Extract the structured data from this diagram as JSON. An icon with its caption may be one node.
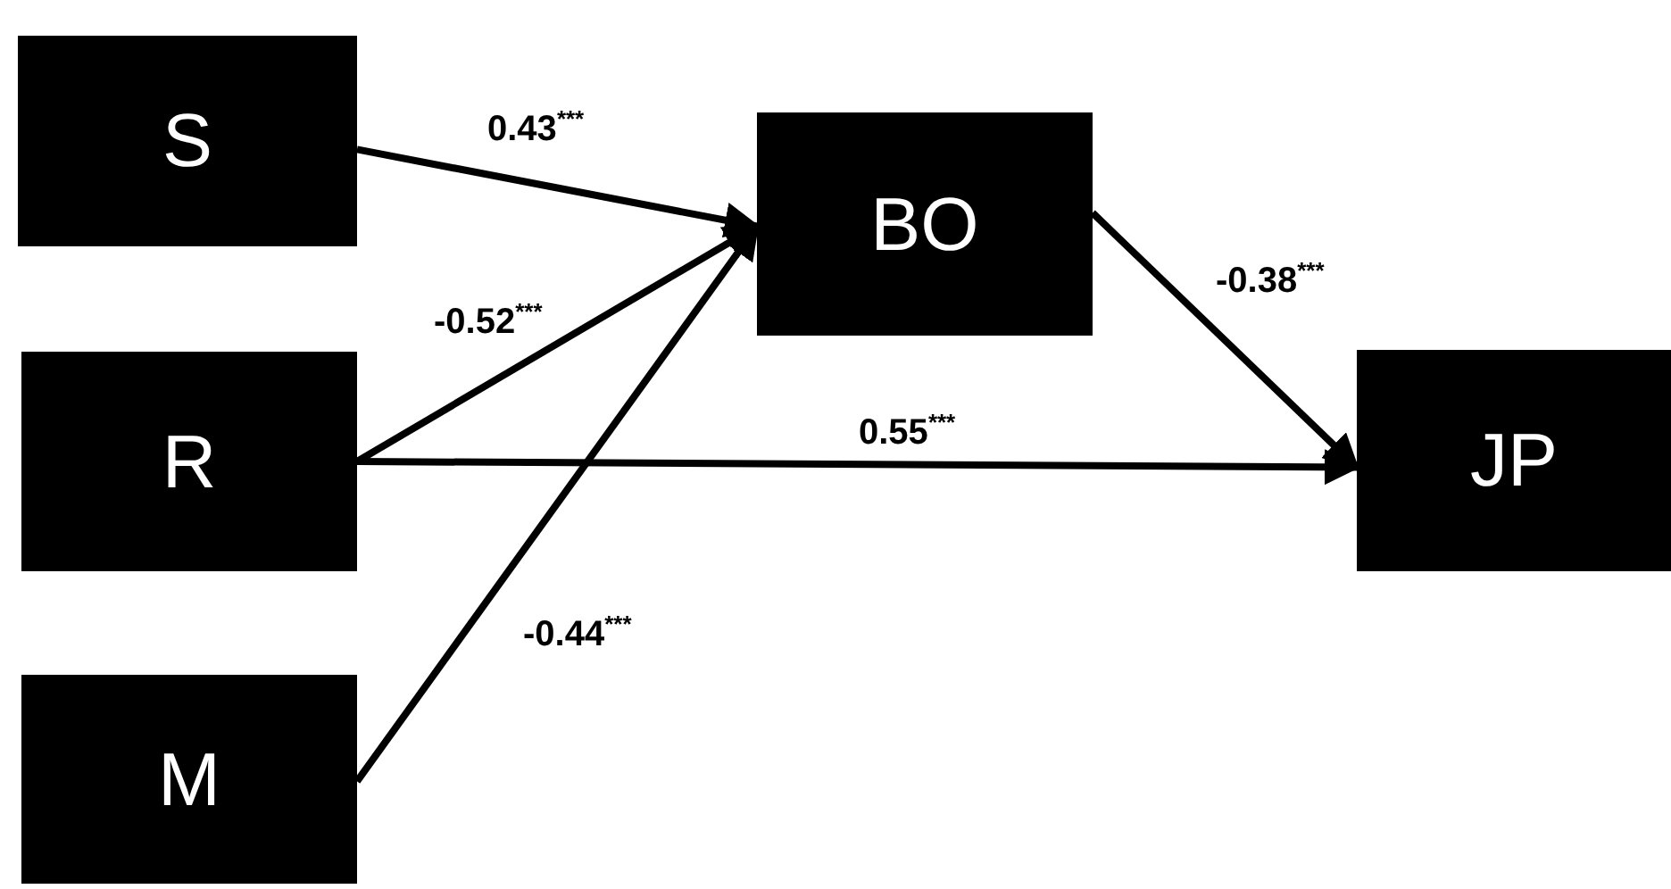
{
  "diagram": {
    "nodes": [
      {
        "text": [
          "S"
        ]
      },
      {
        "text": [
          "R"
        ]
      },
      {
        "text": [
          "M"
        ]
      },
      {
        "text": [
          "BO"
        ]
      },
      {
        "text": [
          "JP"
        ]
      }
    ],
    "edges": [
      {
        "from": 0,
        "to": 3,
        "arrow": "to",
        "label": "0.43$^{***}$"
      },
      {
        "from": 1,
        "to": 3,
        "arrow": "to",
        "label": "-0.52$^{***}$"
      },
      {
        "from": 2,
        "to": 3,
        "arrow": "to",
        "label": "-0.44$^{***}$"
      },
      {
        "from": 3,
        "to": 4,
        "arrow": "to",
        "label": "-0.38$^{***}$"
      },
      {
        "from": 1,
        "to": 4,
        "arrow": "to",
        "label": "0.55$^{***}$"
      }
    ]
  }
}
